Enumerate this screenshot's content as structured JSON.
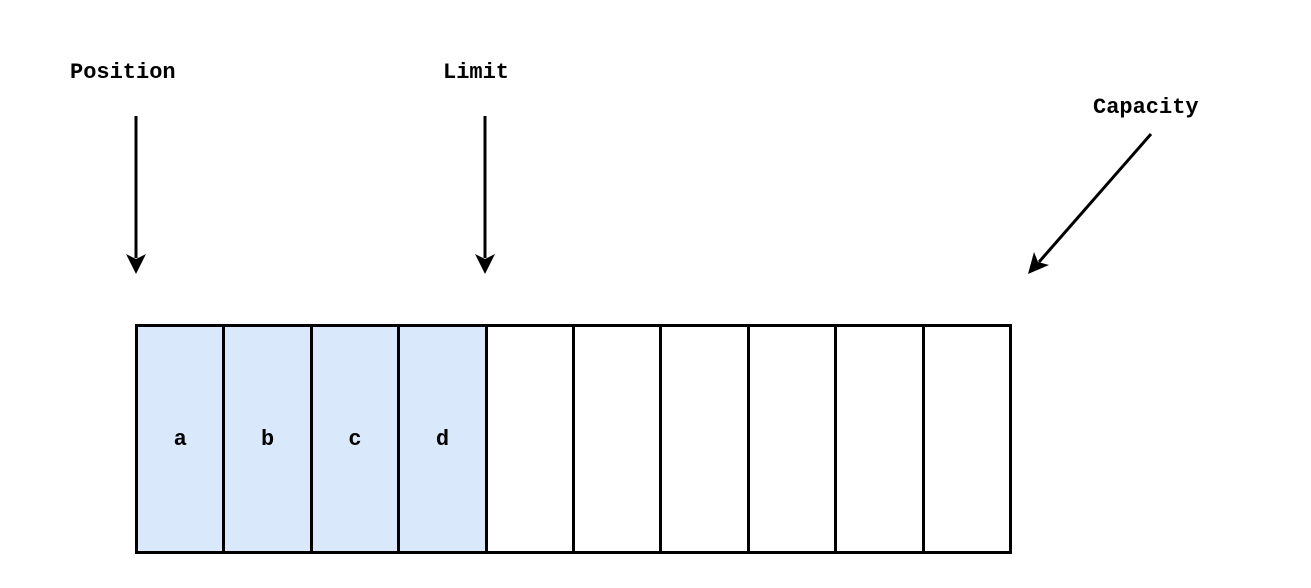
{
  "labels": {
    "position": "Position",
    "limit": "Limit",
    "capacity": "Capacity"
  },
  "buffer": {
    "cells": [
      "a",
      "b",
      "c",
      "d",
      "",
      "",
      "",
      "",
      "",
      ""
    ],
    "filled_count": 4
  },
  "colors": {
    "filled_cell": "#dae8fc",
    "empty_cell": "#ffffff",
    "stroke": "#000000"
  }
}
